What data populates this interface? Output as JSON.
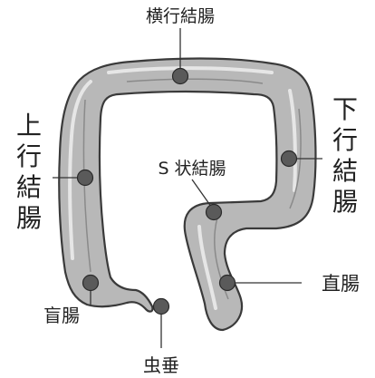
{
  "labels": {
    "transverse_colon": "横行結腸",
    "ascending_colon": "上行結腸",
    "descending_colon": "下行結腸",
    "sigmoid_colon": "S 状結腸",
    "rectum": "直腸",
    "cecum": "盲腸",
    "appendix": "虫垂"
  },
  "colors": {
    "colon_fill": "#b8b8b8",
    "colon_outline": "#3a3a3a",
    "highlight": "#e6e6e6",
    "marker": "#5a5a5a",
    "leader_line": "#333333",
    "text": "#222222"
  }
}
